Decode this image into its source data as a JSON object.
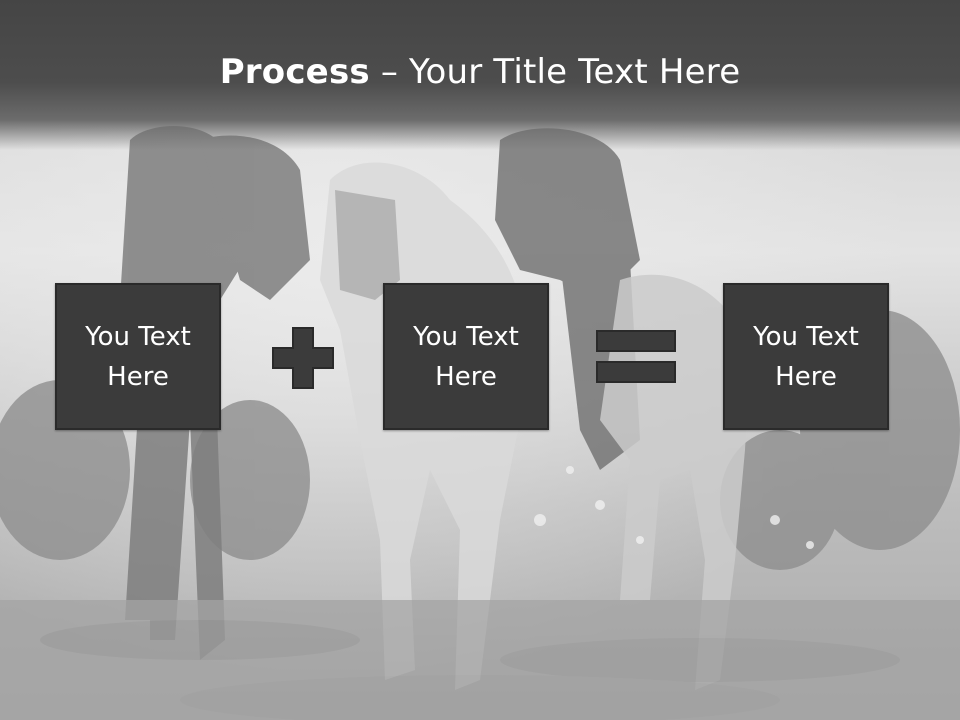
{
  "slide": {
    "title_bold": "Process",
    "title_rest": " – Your Title Text Here",
    "background": "grayscale-horse-riders-photo",
    "colors": {
      "header": "#454545",
      "box": "#3b3b3b",
      "text": "#ffffff"
    }
  },
  "process": {
    "boxes": [
      {
        "text": "You Text\nHere"
      },
      {
        "text": "You Text\nHere"
      },
      {
        "text": "You Text\nHere"
      }
    ],
    "operators": [
      "plus-icon",
      "equals-icon"
    ]
  }
}
